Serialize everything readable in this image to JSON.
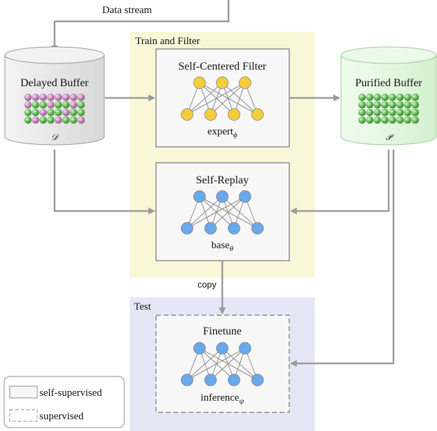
{
  "flow": {
    "data_stream": "Data stream",
    "copy": "copy"
  },
  "regions": {
    "train_filter": "Train and Filter",
    "test": "Test"
  },
  "buffers": {
    "delayed": {
      "title": "Delayed Buffer",
      "symbol": "𝒟",
      "ball_colors": [
        "#6cbf5f",
        "#c98fc0"
      ]
    },
    "purified": {
      "title": "Purified Buffer",
      "symbol": "𝒫",
      "ball_colors": [
        "#6cbf5f"
      ]
    }
  },
  "modules": {
    "filter": {
      "title": "Self-Centered Filter",
      "model": "expert",
      "subscript": "ϕ",
      "node_color": "#f5cc3a"
    },
    "replay": {
      "title": "Self-Replay",
      "model": "base",
      "subscript": "θ",
      "node_color": "#6aa8ec"
    },
    "finetune": {
      "title": "Finetune",
      "model": "inference",
      "subscript": "ψ",
      "node_color": "#6aa8ec"
    }
  },
  "legend": {
    "self_supervised": "self-supervised",
    "supervised": "supervised"
  },
  "colors": {
    "train_region": "#faf7d8",
    "test_region": "#e6e6f7",
    "delayed_buffer": "#e8e8e8",
    "purified_buffer": "#e6f9e3",
    "arrow": "#9a9a9a"
  }
}
